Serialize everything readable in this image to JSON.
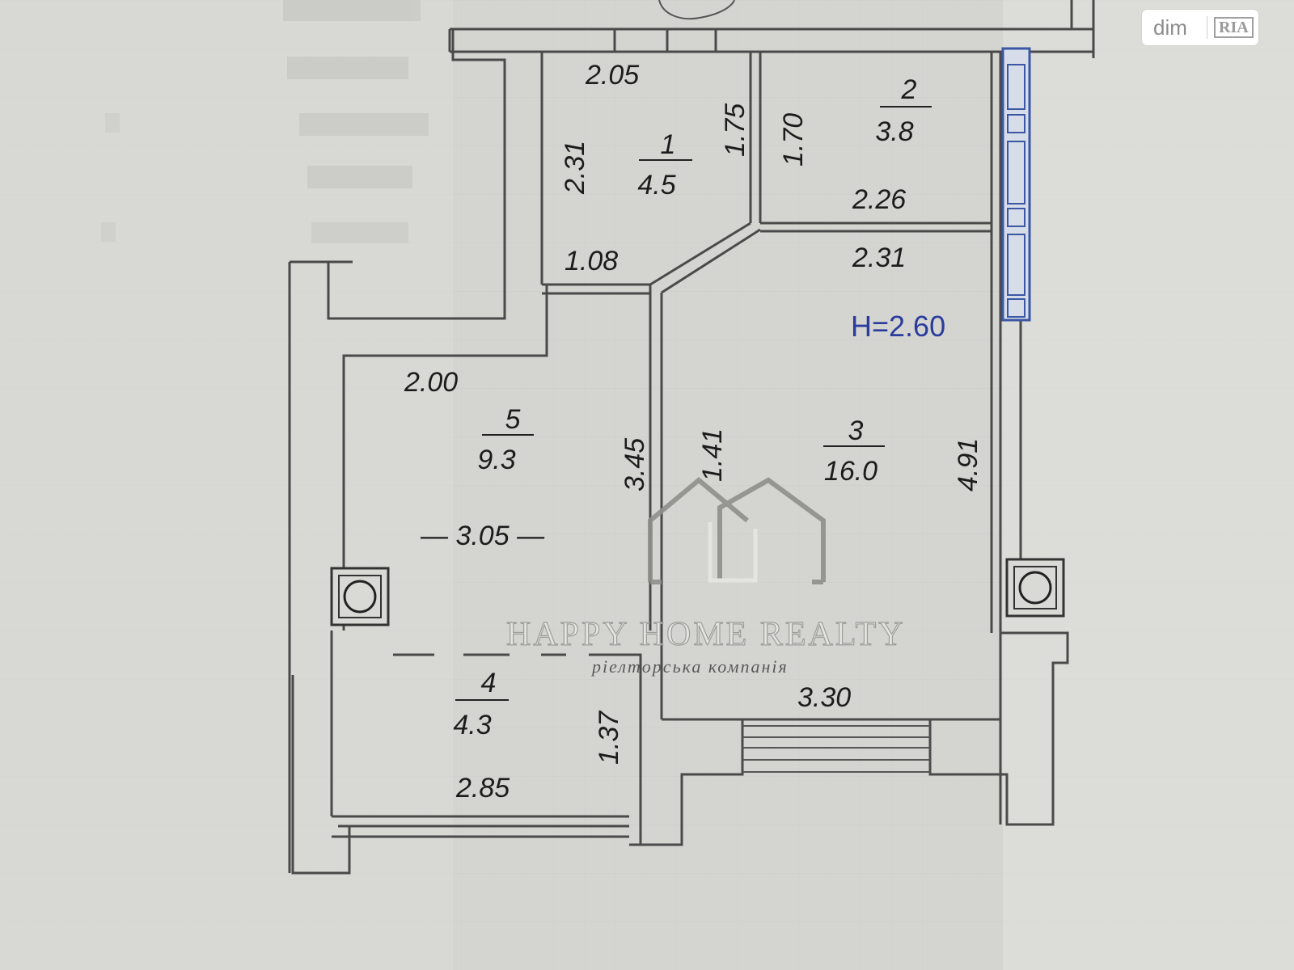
{
  "badge": {
    "site": "dim",
    "brand": "RIA"
  },
  "height_note": "H=2.60",
  "rooms": [
    {
      "id": "1",
      "number": "1",
      "area": "4.5"
    },
    {
      "id": "2",
      "number": "2",
      "area": "3.8"
    },
    {
      "id": "3",
      "number": "3",
      "area": "16.0"
    },
    {
      "id": "4",
      "number": "4",
      "area": "4.3"
    },
    {
      "id": "5",
      "number": "5",
      "area": "9.3"
    }
  ],
  "dimensions": {
    "r1_top": "2.05",
    "r1_left": "2.31",
    "r1_right": "1.75",
    "r1_bottom": "1.08",
    "r2_left": "1.70",
    "r2_bottom": "2.26",
    "r3_top": "2.31",
    "r3_left": "1.41",
    "r3_right": "4.91",
    "r3_bottom": "3.30",
    "r5_top": "2.00",
    "r5_right": "3.45",
    "r5_middle": "— 3.05 —",
    "r4_right": "1.37",
    "r4_bottom": "2.85"
  },
  "watermark": {
    "title": "HAPPY HOME REALTY",
    "subtitle": "ріелторська компанія"
  }
}
